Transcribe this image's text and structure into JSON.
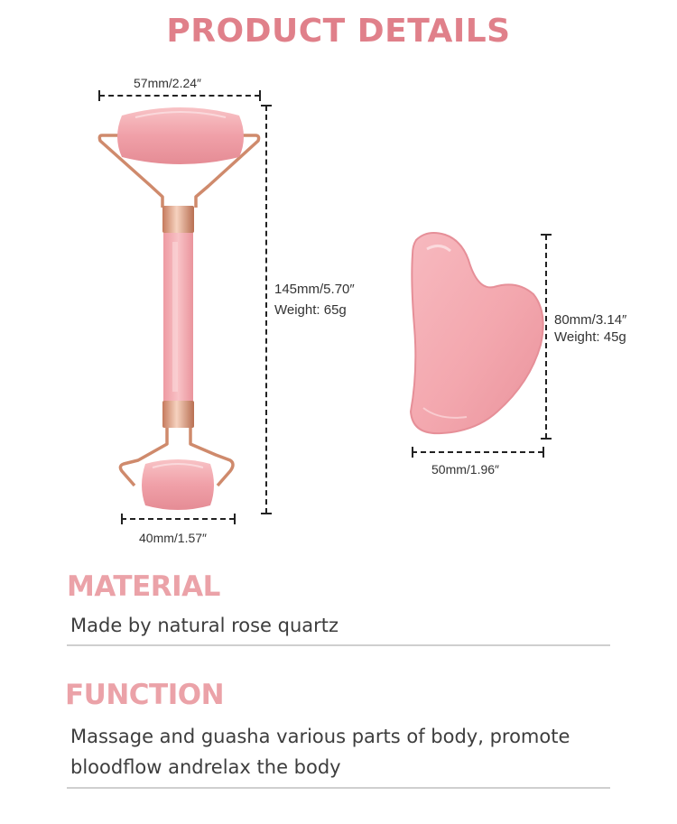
{
  "page_title": "PRODUCT DETAILS",
  "roller": {
    "width_label": "57mm/2.24″",
    "length_label": "145mm/5.70″",
    "weight_label": "Weight: 65g",
    "small_width_label": "40mm/1.57″"
  },
  "guasha": {
    "height_label": "80mm/3.14″",
    "weight_label": "Weight: 45g",
    "width_label": "50mm/1.96″"
  },
  "material": {
    "heading": "MATERIAL",
    "text": "Made by natural rose quartz"
  },
  "function": {
    "heading": "FUNCTION",
    "text_line1": "Massage and guasha various parts of body, promote",
    "text_line2": "bloodflow andrelax the body"
  },
  "colors": {
    "title": "#e0808a",
    "heading": "#eba2a8",
    "quartz": "#f2a6ad",
    "metal": "#d8906e"
  }
}
